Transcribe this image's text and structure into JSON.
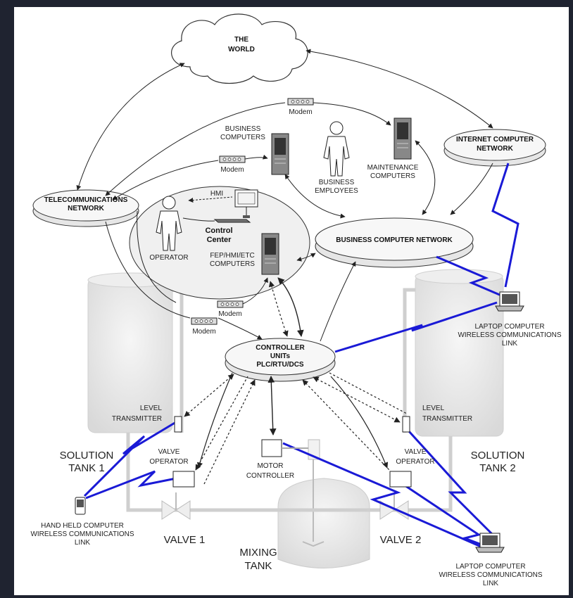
{
  "diagram": {
    "world": [
      "THE",
      "WORLD"
    ],
    "telecom": [
      "TELECOMMUNICATIONS",
      "NETWORK"
    ],
    "internet": [
      "INTERNET COMPUTER",
      "NETWORK"
    ],
    "business_network": "BUSINESS COMPUTER NETWORK",
    "controller": [
      "CONTROLLER",
      "UNITs",
      "PLC/RTU/DCS"
    ],
    "modem": "Modem",
    "business_computers": [
      "BUSINESS",
      "COMPUTERS"
    ],
    "business_employees": [
      "BUSINESS",
      "EMPLOYEES"
    ],
    "maintenance": [
      "MAINTENANCE",
      "COMPUTERS"
    ],
    "hmi": "HMI",
    "control_center": [
      "Control",
      "Center"
    ],
    "operator": "OPERATOR",
    "fep": [
      "FEP/HMI/ETC",
      "COMPUTERS"
    ],
    "laptop": [
      "LAPTOP COMPUTER",
      "WIRELESS COMMUNICATIONS",
      "LINK"
    ],
    "handheld": [
      "HAND HELD COMPUTER",
      "WIRELESS COMMUNICATIONS",
      "LINK"
    ],
    "level_transmitter": [
      "LEVEL",
      "TRANSMITTER"
    ],
    "valve_operator": [
      "VALVE",
      "OPERATOR"
    ],
    "motor_controller": [
      "MOTOR",
      "CONTROLLER"
    ],
    "solution_tank_1": [
      "SOLUTION",
      "TANK 1"
    ],
    "solution_tank_2": [
      "SOLUTION",
      "TANK 2"
    ],
    "valve_1": "VALVE 1",
    "valve_2": "VALVE 2",
    "mixing_tank": [
      "MIXING",
      "TANK"
    ]
  },
  "colors": {
    "wireless": "#1a1ad6",
    "line": "#222222",
    "disk": "#f2f2f2",
    "tank": "#ececec"
  }
}
